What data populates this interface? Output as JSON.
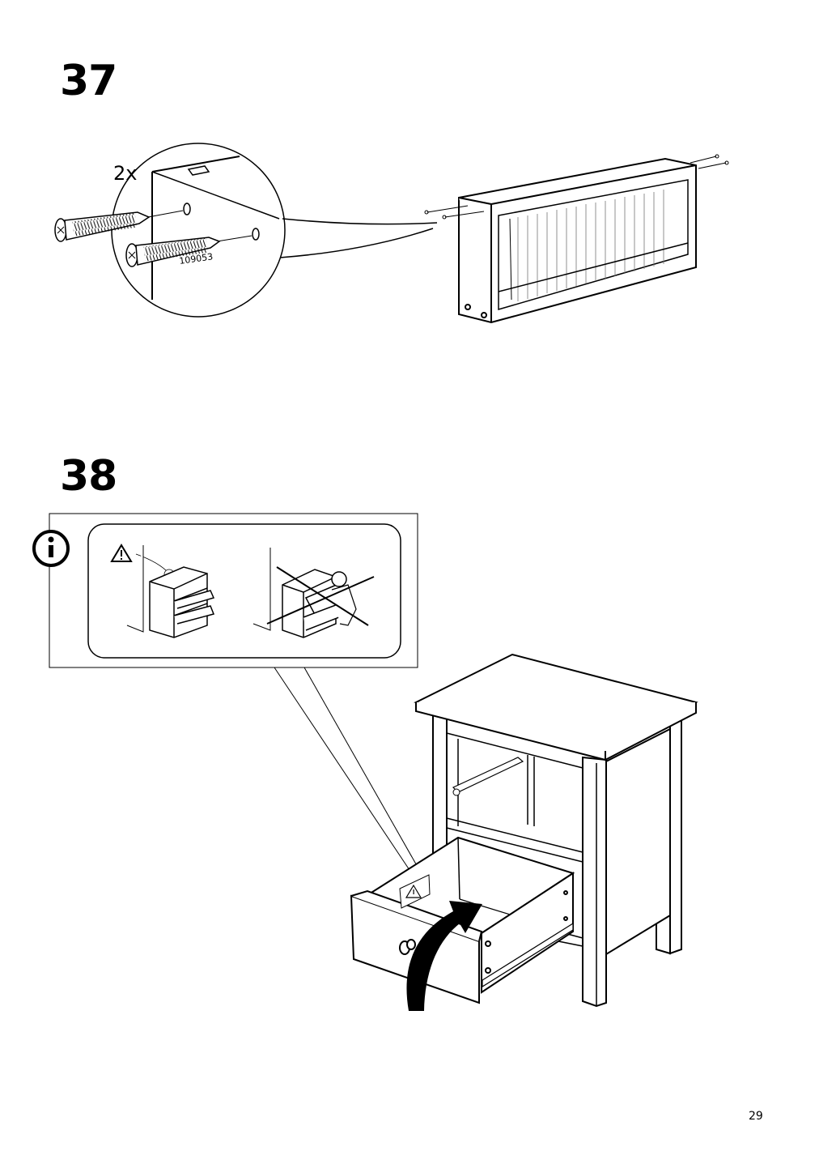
{
  "steps": [
    {
      "number": "37",
      "callout_quantity": "2x",
      "part_number": "109053"
    },
    {
      "number": "38"
    }
  ],
  "info_icon": "info-icon",
  "warning_icon": "warning-triangle-icon",
  "page_number": "29"
}
